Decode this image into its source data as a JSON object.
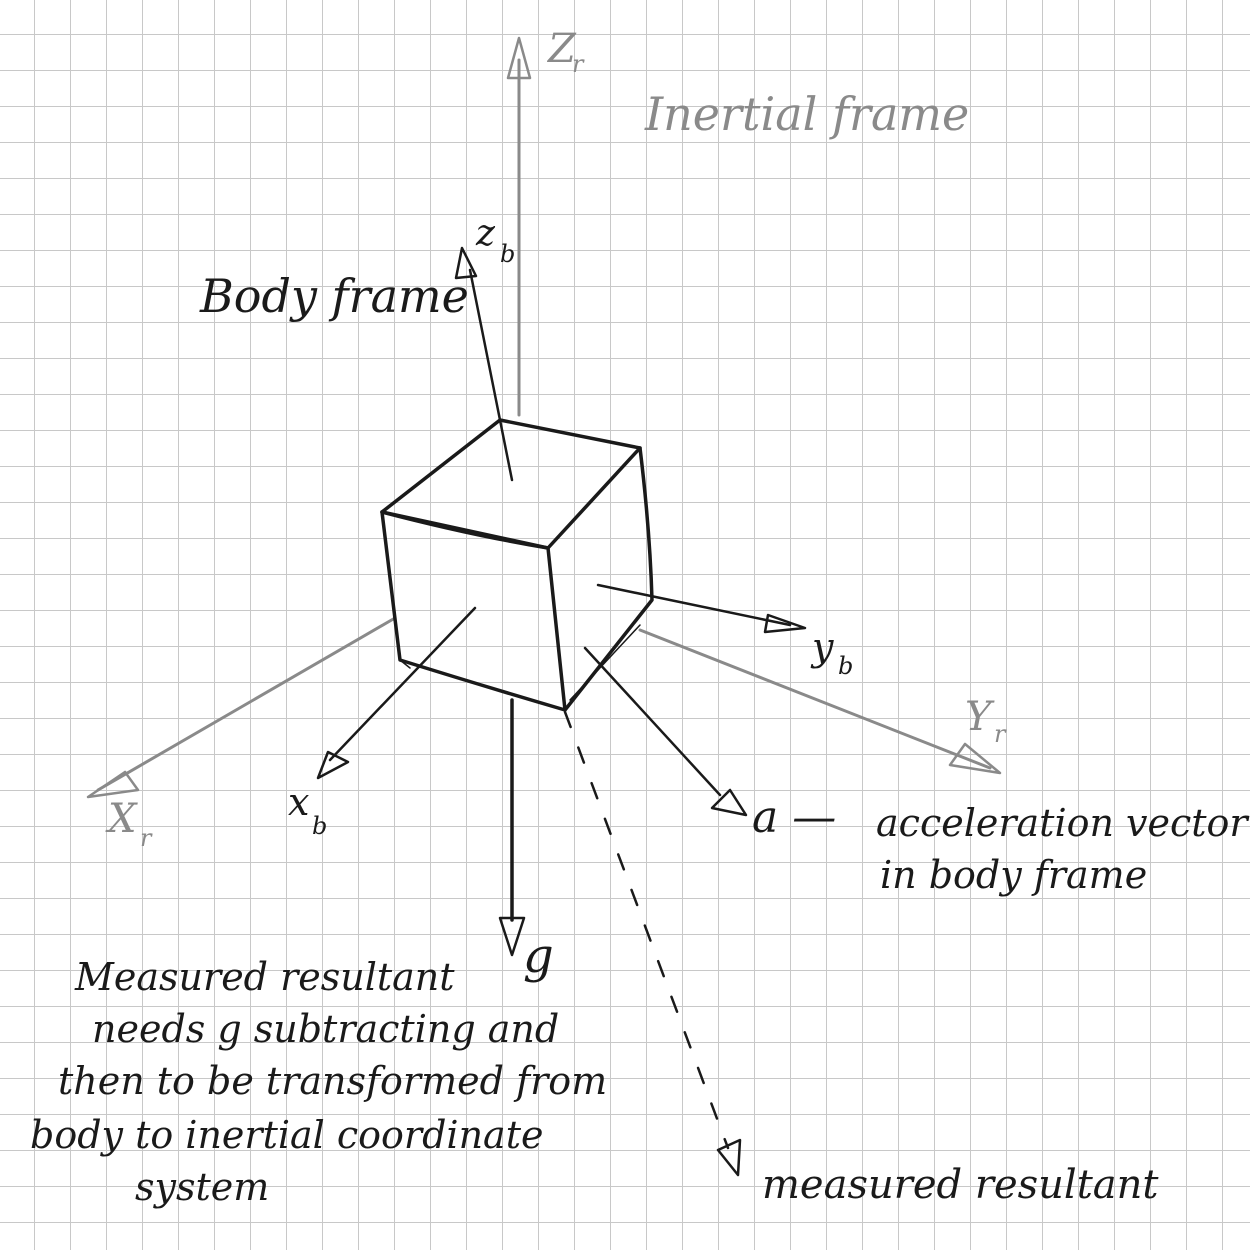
{
  "labels": {
    "inertial_frame": "Inertial frame",
    "body_frame": "Body frame",
    "z_r": "Z",
    "z_r_sub": "r",
    "z_b": "z",
    "z_b_sub": "b",
    "y_b": "y",
    "y_b_sub": "b",
    "y_r": "Y",
    "y_r_sub": "r",
    "x_r": "X",
    "x_r_sub": "r",
    "x_b": "x",
    "x_b_sub": "b",
    "g": "g",
    "a": "a —",
    "accel_line1": "acceleration vector",
    "accel_line2": "in body frame",
    "measured_resultant": "measured resultant"
  },
  "note_lines": [
    "Measured resultant",
    "needs g subtracting and",
    "then to be transformed from",
    "body to inertial coordinate",
    "system"
  ],
  "colors": {
    "ink": "#1a1a1a",
    "grey_ink": "#8a8a8a",
    "grid": "#c8c8c8"
  }
}
